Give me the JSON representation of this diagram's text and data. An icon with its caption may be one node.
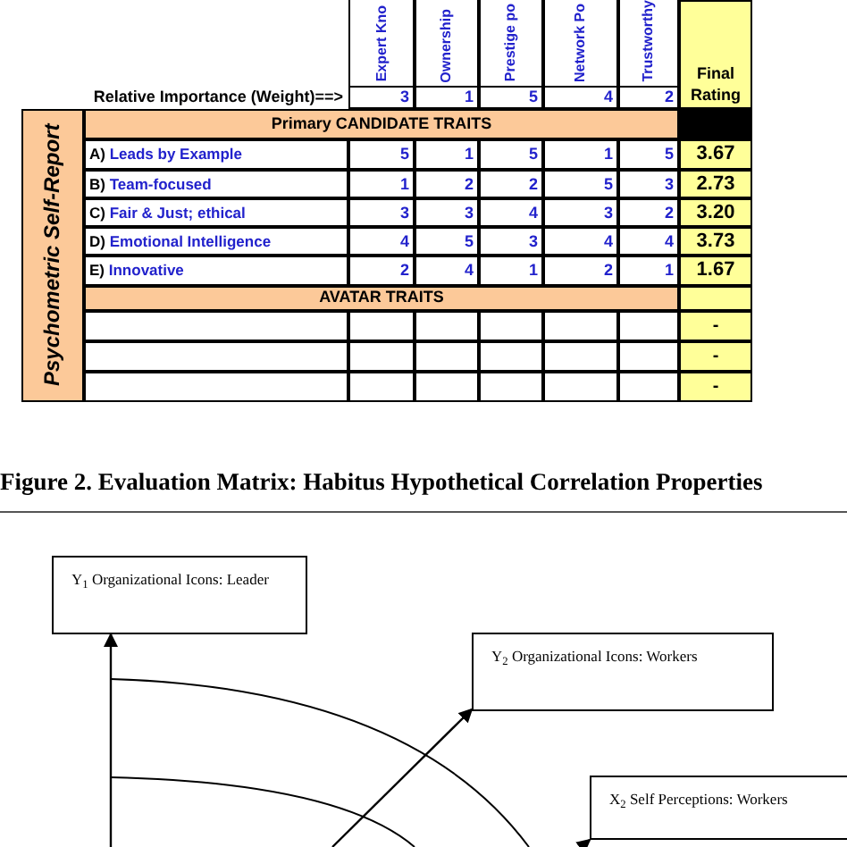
{
  "diagram": {
    "caption": "Figure 2. Evaluation Matrix: Habitus Hypothetical Correlation Properties",
    "nodes": [
      {
        "text": [
          "Y$_{1}$ Organizational Icons: Leader"
        ]
      },
      {
        "text": [
          "Y$_{2}$ Organizational Icons: Workers"
        ]
      },
      {
        "text": [
          "X$_{2}$ Self Perceptions: Workers"
        ]
      }
    ],
    "edges": [
      {
        "from": null,
        "to": 0,
        "arrow": "to"
      },
      {
        "from": null,
        "to": 1,
        "arrow": "to"
      },
      {
        "from": null,
        "to": 2,
        "arrow": "to"
      }
    ],
    "labels": [
      "Expert Kno",
      "Ownership",
      "Prestige po",
      "Network Po",
      "Trustworthy",
      "Relative Importance (Weight)==>",
      "3",
      "1",
      "5",
      "4",
      "2",
      "Final Rating",
      "Psychometric Self-Report",
      "Primary CANDIDATE TRAITS",
      "A) Leads by Example",
      "5",
      "1",
      "5",
      "1",
      "5",
      "3.67",
      "B) Team-focused",
      "1",
      "2",
      "2",
      "5",
      "3",
      "2.73",
      "C) Fair & Just; ethical",
      "3",
      "3",
      "4",
      "3",
      "2",
      "3.20",
      "D) Emotional Intelligence",
      "4",
      "5",
      "3",
      "4",
      "4",
      "3.73",
      "E) Innovative",
      "2",
      "4",
      "1",
      "2",
      "1",
      "1.67",
      "AVATAR TRAITS",
      "-",
      "-",
      "-"
    ]
  }
}
